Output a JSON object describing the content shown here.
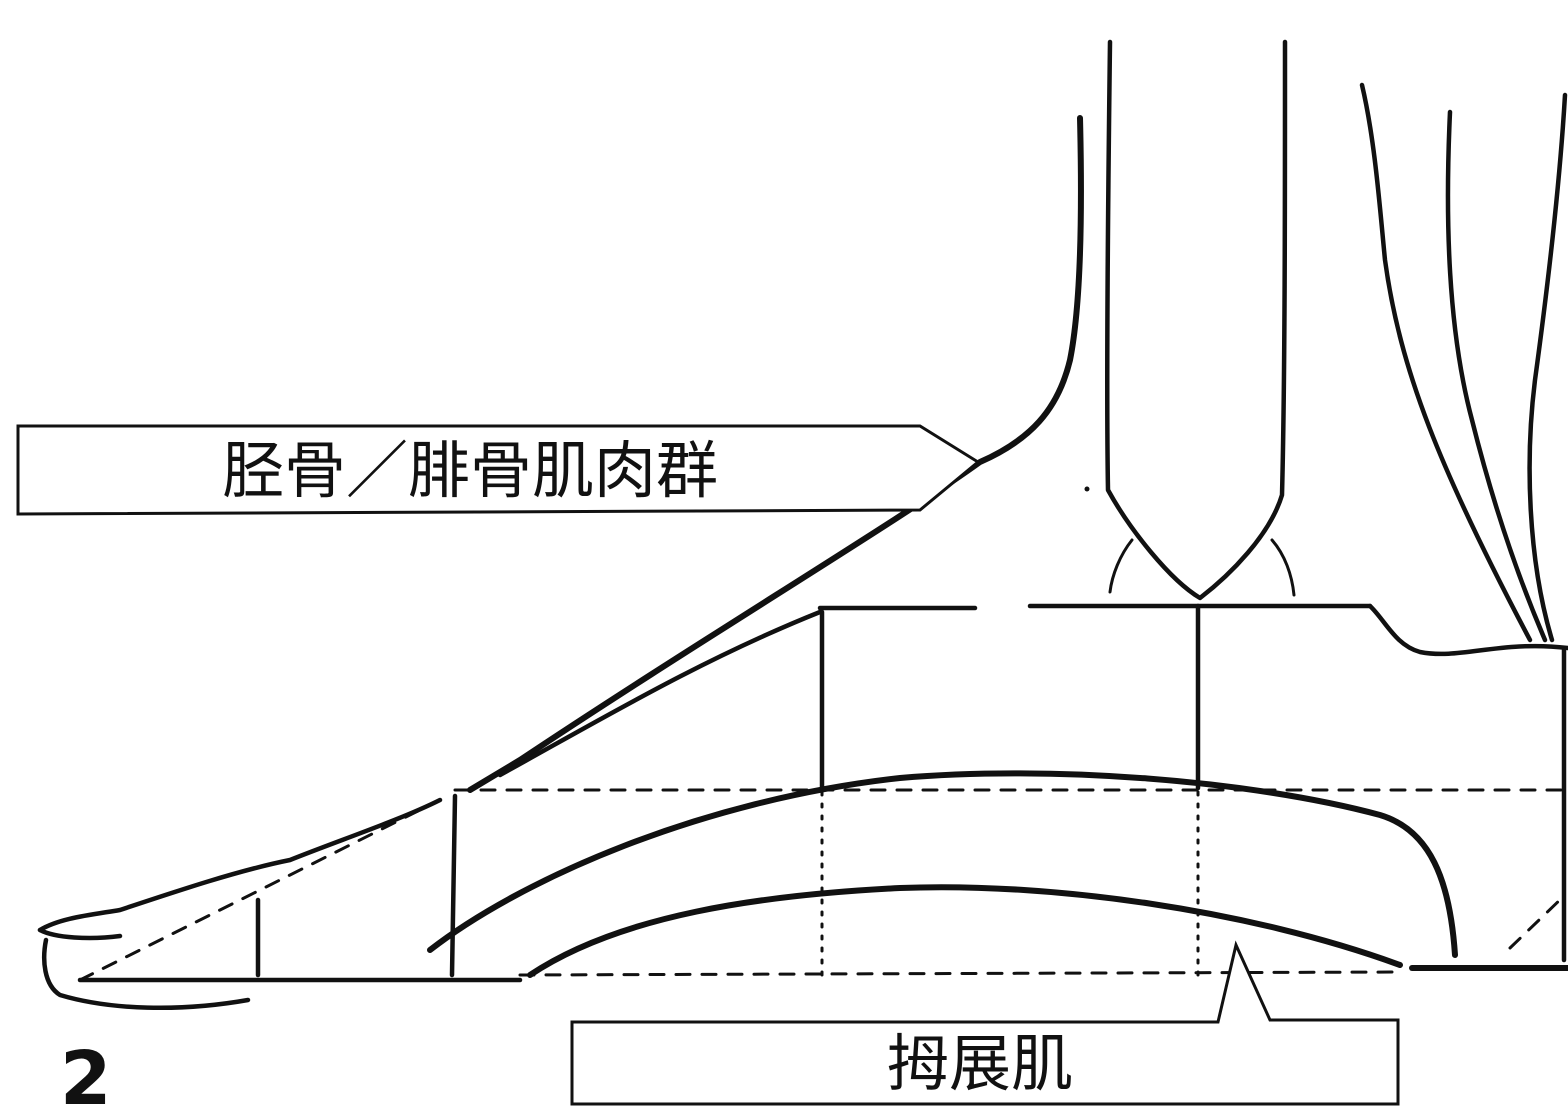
{
  "labels": {
    "upper": "胫骨／腓骨肌肉群",
    "lower": "拇展肌"
  },
  "figure_number": "2",
  "colors": {
    "ink": "#111111",
    "paper": "#ffffff"
  }
}
